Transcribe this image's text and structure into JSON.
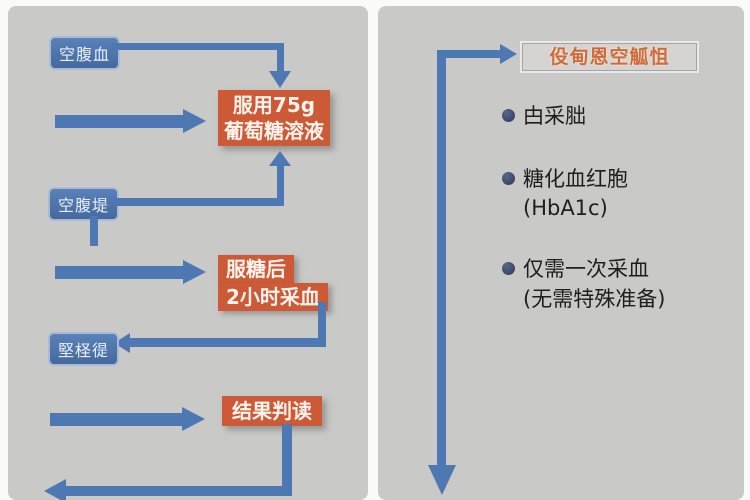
{
  "colors": {
    "background": "#fafaf8",
    "panel_bg": "#c9c9c7",
    "arrow_blue": "#4d78b3",
    "node_blue": "#4a74ad",
    "node_orange": "#cc5a36",
    "title_orange": "#cf6a3a",
    "bullet_navy": "#3d4e72",
    "text_dark": "#1e1e1e"
  },
  "left_flow": {
    "step1_label": "空腹血",
    "glucose_box": {
      "line1": "服用75g",
      "line2": "葡萄糖溶液"
    },
    "step2_label": "空腹堤",
    "draw2h_box": {
      "line1": "服糖后",
      "line2": "2小时采血"
    },
    "step3_label": "堅柽徥",
    "result_label": "结果判读"
  },
  "right_panel": {
    "title": "伇甸恩空觚怚",
    "bullets": [
      {
        "line1": "甴采胐",
        "line2": ""
      },
      {
        "line1": "糖化血红胞",
        "line2": "(HbA1c)"
      },
      {
        "line1": "仅需一次采血",
        "line2": "(无需特殊准备)"
      }
    ]
  }
}
